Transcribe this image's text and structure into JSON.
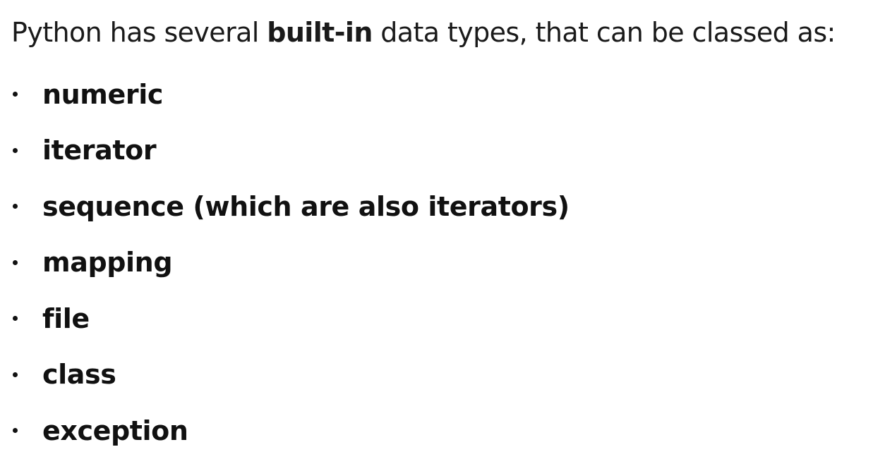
{
  "intro": {
    "before": "Python has several ",
    "emphasis": "built-in",
    "after": " data types, that can be classed as:"
  },
  "bullets": [
    {
      "label": "numeric"
    },
    {
      "label": "iterator"
    },
    {
      "label": "sequence (which are also iterators)"
    },
    {
      "label": "mapping"
    },
    {
      "label": "file"
    },
    {
      "label": "class"
    },
    {
      "label": "exception"
    }
  ]
}
